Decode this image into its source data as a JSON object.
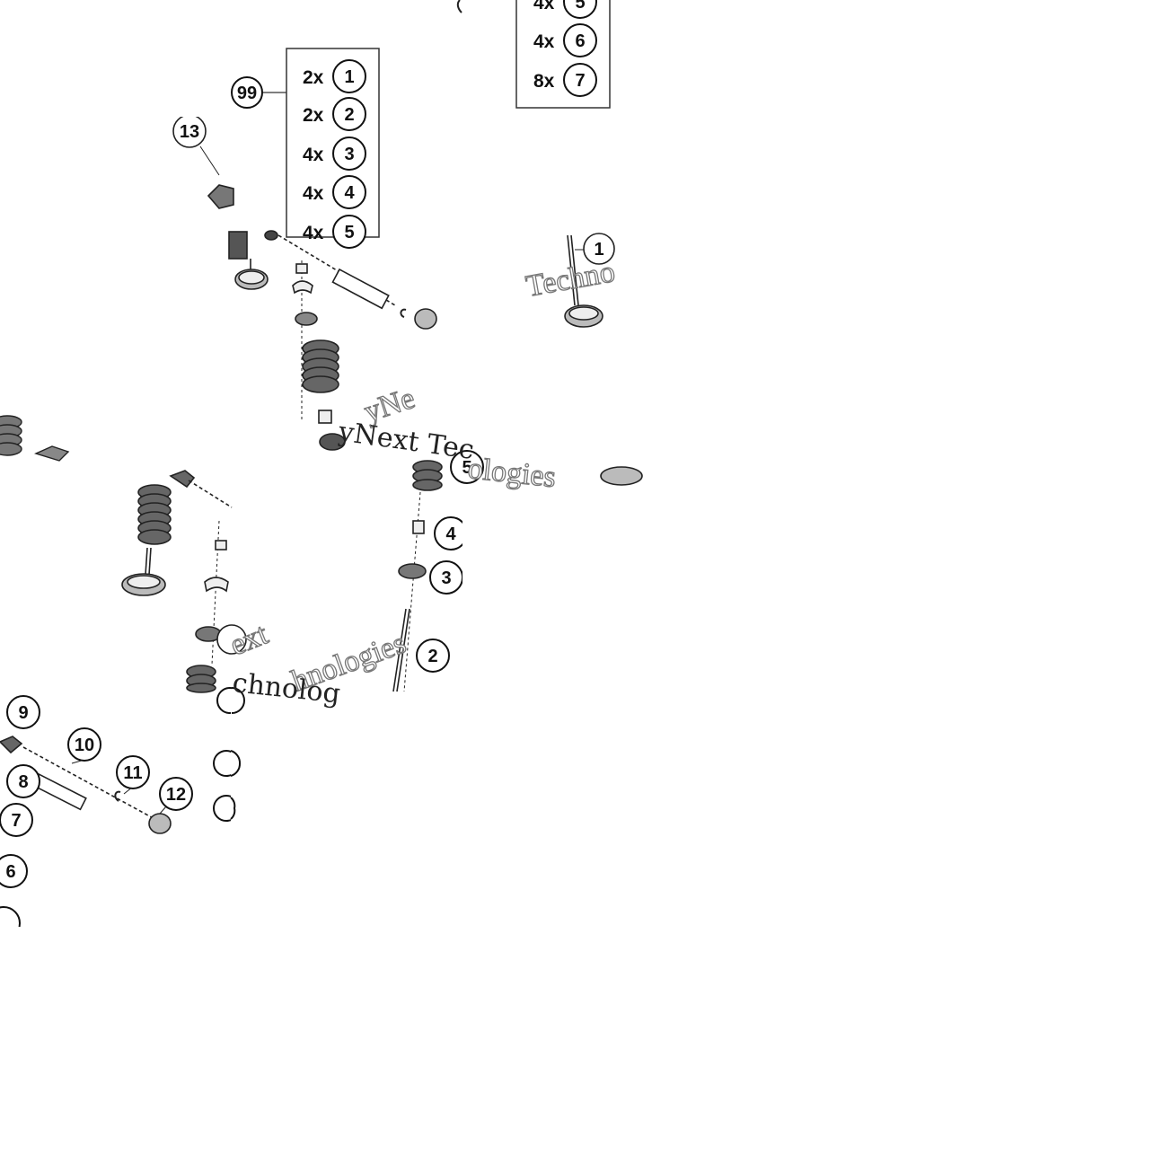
{
  "kit": {
    "callout": "99",
    "items": [
      {
        "qty": "2x",
        "ref": "1"
      },
      {
        "qty": "2x",
        "ref": "2"
      },
      {
        "qty": "4x",
        "ref": "3"
      },
      {
        "qty": "4x",
        "ref": "4"
      },
      {
        "qty": "4x",
        "ref": "5"
      }
    ]
  },
  "kit_continued": {
    "items": [
      {
        "qty": "4x",
        "ref": "5"
      },
      {
        "qty": "4x",
        "ref": "6"
      },
      {
        "qty": "8x",
        "ref": "7"
      }
    ]
  },
  "callouts": {
    "c1": "1",
    "c2": "2",
    "c3": "3",
    "c4": "4",
    "c5": "5",
    "c6": "6",
    "c7": "7",
    "c8": "8",
    "c9": "9",
    "c10": "10",
    "c11": "11",
    "c12": "12",
    "c13": "13"
  },
  "watermark": {
    "techno": "Techno",
    "ynext_tec": "yNext Tec",
    "ynext_big": "yNe",
    "ologies": "ologies",
    "ext": "ext",
    "hnologies": "hnologies",
    "chnolog": "chnolog"
  }
}
